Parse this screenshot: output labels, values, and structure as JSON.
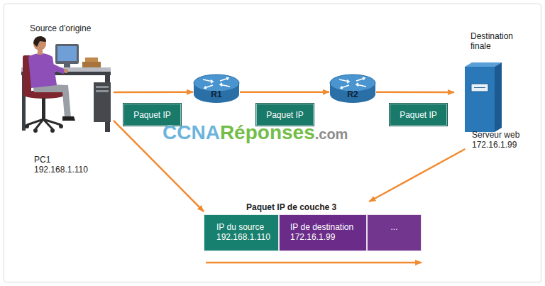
{
  "diagram": {
    "nodes": [
      {
        "text": [
          "Source d'origine",
          "PC1 192.168.1.110"
        ]
      },
      {
        "text": [
          "R1"
        ]
      },
      {
        "text": [
          "R2"
        ]
      },
      {
        "text": [
          "Destination finale",
          "Serveur web 172.16.1.99"
        ]
      },
      {
        "text": [
          "Paquet IP"
        ]
      },
      {
        "text": [
          "Paquet IP"
        ]
      },
      {
        "text": [
          "Paquet IP"
        ]
      },
      {
        "text": [
          "Paquet IP de couche 3"
        ]
      },
      {
        "text": [
          "IP du source 192.168.1.110"
        ],
        "in": 7
      },
      {
        "text": [
          "IP de destination 172.16.1.99"
        ],
        "in": 7
      },
      {
        "text": [
          "..."
        ],
        "in": 7
      }
    ],
    "edges": [
      {
        "from": 0,
        "to": 1,
        "arrow": "to"
      },
      {
        "from": 1,
        "to": 2,
        "arrow": "to"
      },
      {
        "from": 2,
        "to": 3,
        "arrow": "to"
      },
      {
        "from": 0,
        "to": 7,
        "arrow": "to"
      },
      {
        "from": 3,
        "to": 7,
        "arrow": "to"
      }
    ],
    "labels": [
      "CCNA",
      "Réponses",
      ".com"
    ]
  }
}
